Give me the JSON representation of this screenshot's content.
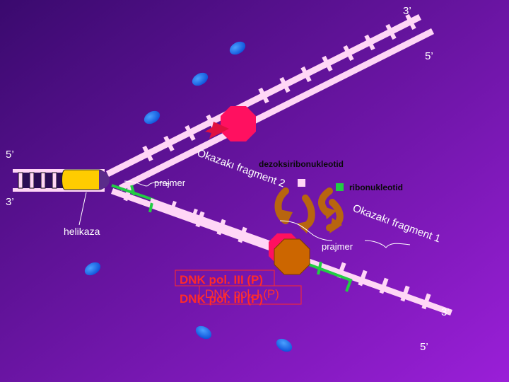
{
  "labels": {
    "top_3prime": "3’",
    "top_5prime": "5’",
    "left_5prime": "5’",
    "left_3prime": "3’",
    "right_3prime": "3’",
    "bottom_5prime": "5’",
    "helicase": "helikaza",
    "primer_left": "prajmer",
    "primer_right": "prajmer",
    "okazaki_2": "Okazakı fragment 2",
    "okazaki_1": "Okazakı fragment 1",
    "deoxy": "dezoksiribonukleotid",
    "ribo": "ribonukleotid",
    "pol3": "DNK pol. III (P)",
    "pol3_shadow": "DNK pol. III (P)",
    "pol1": "DNK pol. I (P)",
    "pol1_shadow": "DNK pol. I (P)"
  },
  "colors": {
    "background_top": "#3a0a6e",
    "background_bottom": "#9a1fd8",
    "strand": "#ffd6f6",
    "dna_base": "#101010",
    "helicase": "#ffcc00",
    "primer_green": "#22cc44",
    "pol3": "#ff1060",
    "pol1": "#cc6600",
    "arrow_brown": "#b8650f",
    "nucleotide_blue": "#1a6cff",
    "text_red": "#ff2a2a"
  }
}
